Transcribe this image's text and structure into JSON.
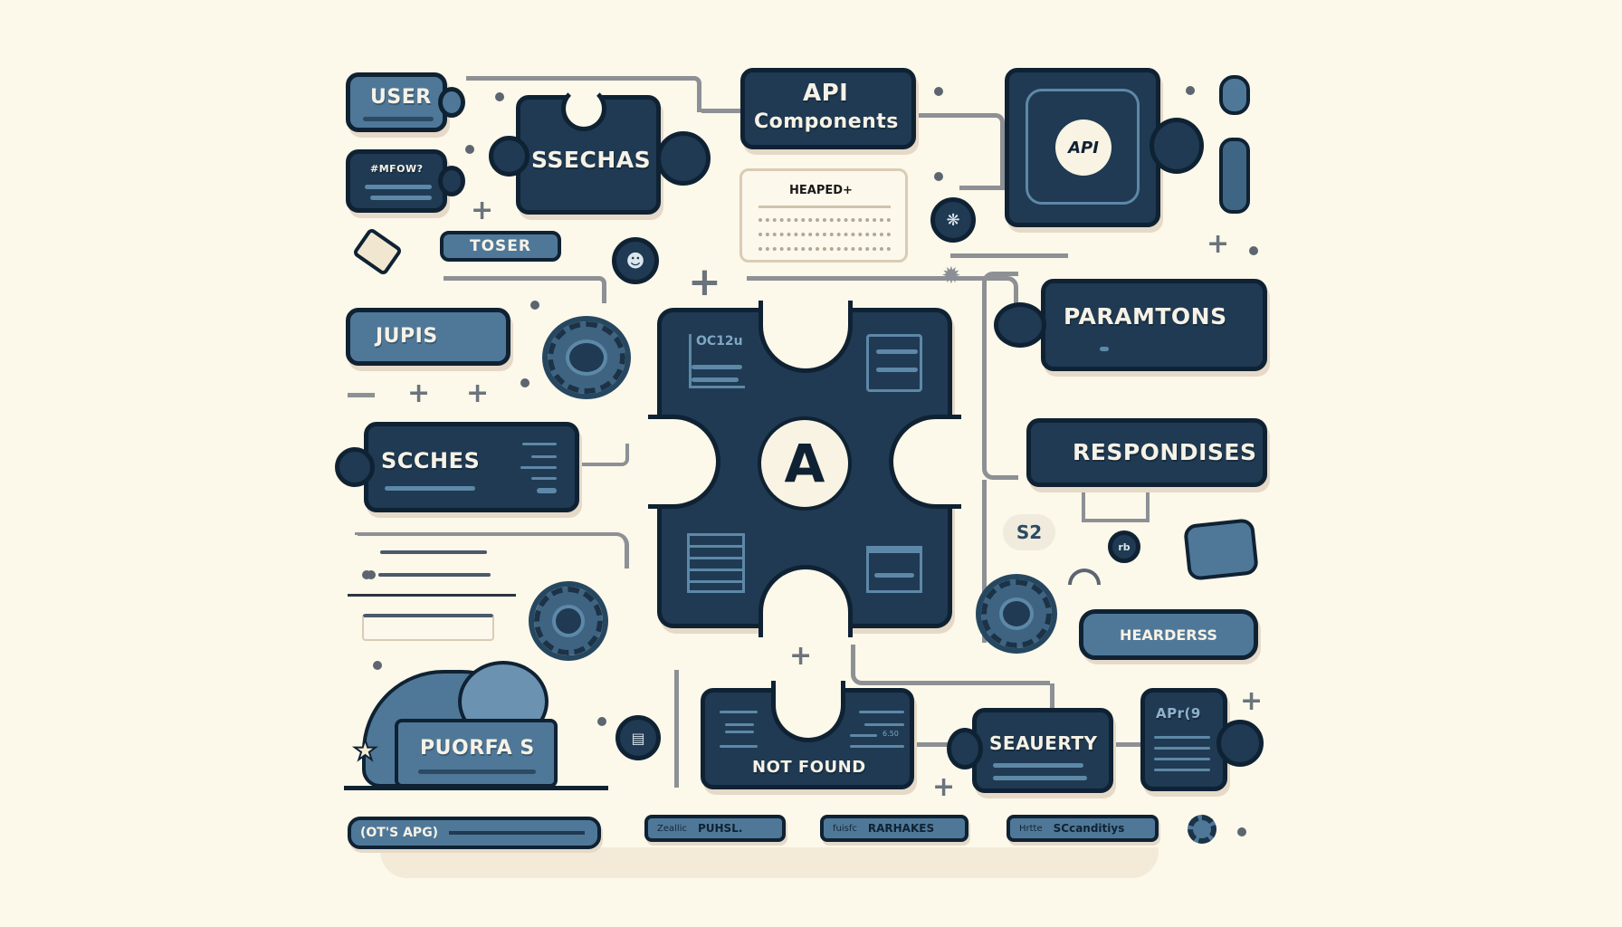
{
  "diagram": {
    "title": "API Components",
    "palette": {
      "background": "#fcf8ea",
      "dark_piece": "#1f3a52",
      "mid_piece": "#4f7898",
      "outline": "#0f2233",
      "text_light": "#f6f2e6",
      "wire": "#8d9094"
    },
    "nodes": {
      "user": {
        "label": "USER"
      },
      "mfow": {
        "label": "#MFOW?"
      },
      "ssechas": {
        "label": "SSECHAS"
      },
      "api_components": {
        "line1": "API",
        "line2": "Components"
      },
      "api_badge": {
        "label": "API"
      },
      "header_card": {
        "title": "HEAPED+"
      },
      "toser": {
        "label": "TOSER"
      },
      "jupis": {
        "label": "JUPIS"
      },
      "center_piece": {
        "corner_label": "OC12u",
        "emblem": "A"
      },
      "paramtons": {
        "label": "PARAMTONS"
      },
      "respondises": {
        "label": "RESPONDISES"
      },
      "scches": {
        "label": "SCCHES"
      },
      "hearderss": {
        "label": "HEARDERSS"
      },
      "puorfas": {
        "label": "PUORFA S"
      },
      "not_found": {
        "label": "NOT FOUND",
        "small_value": "6.50"
      },
      "seauerty": {
        "label": "SEAUERTY"
      },
      "apr_card": {
        "label": "APr(9"
      },
      "rb_badge": {
        "label": "rb"
      },
      "s2_badge": {
        "label": "S2"
      }
    },
    "bottom_fields": [
      {
        "prefix": "(OT'S APG)",
        "value": ""
      },
      {
        "prefix": "Zeallic",
        "value": "PUHSL."
      },
      {
        "prefix": "fuisfc",
        "value": "RARHAKES"
      },
      {
        "prefix": "Hrtte",
        "value": "SCcanditiys"
      }
    ]
  }
}
